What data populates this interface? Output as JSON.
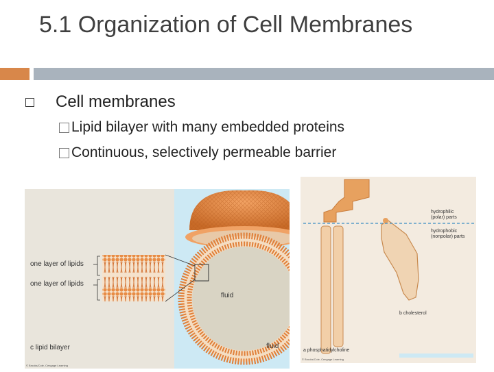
{
  "slide": {
    "title": "5.1 Organization of Cell Membranes",
    "bullet": "Cell membranes",
    "subbullets": [
      "Lipid bilayer with many embedded proteins",
      "Continuous, selectively permeable barrier"
    ]
  },
  "figure_c": {
    "label_layer1": "one layer of lipids",
    "label_layer2": "one layer of lipids",
    "label_fluid_inside": "fluid",
    "label_fluid_outside": "fluid",
    "caption": "c  lipid bilayer",
    "credit": "© Brooks/Cole, Cengage Learning"
  },
  "figure_ab": {
    "hydrophilic": [
      "hydrophilic",
      "(polar) parts"
    ],
    "hydrophobic": [
      "hydrophobic",
      "(nonpolar) parts"
    ],
    "caption_a": "a  phosphatidylcholine",
    "caption_b": "b  cholesterol",
    "credit": "© Brooks/Cole, Cengage Learning"
  },
  "colors": {
    "accent_orange": "#d8874a",
    "accent_gray": "#a9b3bd",
    "lipid_orange": "#e0833a",
    "fluid_blue": "#cde9f4"
  }
}
